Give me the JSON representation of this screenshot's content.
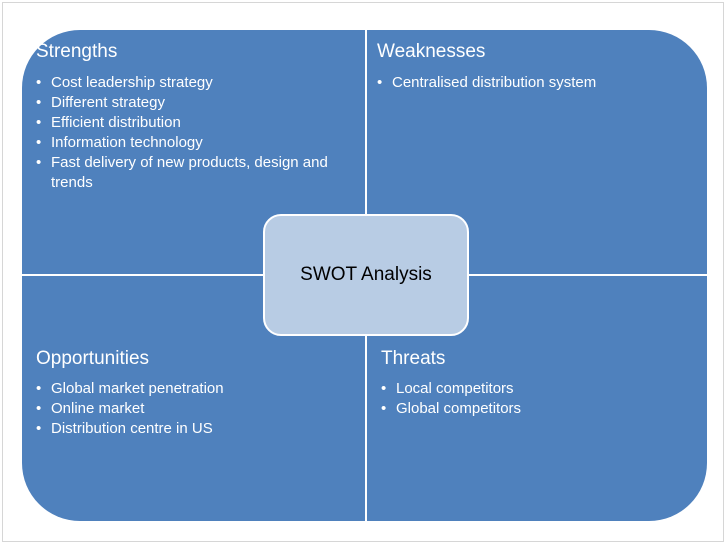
{
  "swot": {
    "center_label": "SWOT Analysis",
    "colors": {
      "quadrant": "#4f81bd",
      "center": "#b8cce4",
      "divider": "#ffffff"
    },
    "quadrants": {
      "strengths": {
        "title": "Strengths",
        "items": [
          "Cost leadership strategy",
          "Different strategy",
          "Efficient distribution",
          "Information technology",
          "Fast delivery of new products, design and trends"
        ]
      },
      "weaknesses": {
        "title": "Weaknesses",
        "items": [
          "Centralised distribution system"
        ]
      },
      "opportunities": {
        "title": "Opportunities",
        "items": [
          "Global market penetration",
          "Online market",
          "Distribution centre in US"
        ]
      },
      "threats": {
        "title": "Threats",
        "items": [
          "Local competitors",
          "Global competitors"
        ]
      }
    }
  }
}
